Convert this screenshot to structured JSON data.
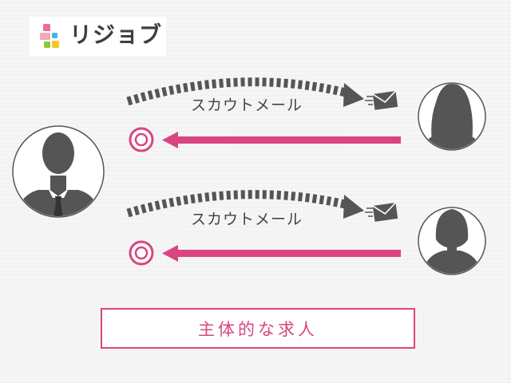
{
  "logo": {
    "text": "リジョブ",
    "icon": "colored-blocks-logo-icon"
  },
  "arrows": [
    {
      "label": "スカウトメール",
      "icon": "envelope-icon"
    },
    {
      "label": "スカウトメール",
      "icon": "envelope-icon"
    }
  ],
  "job_box": {
    "label": "主体的な求人"
  },
  "colors": {
    "accent_pink": "#d9457f",
    "icon_gray": "#555555",
    "text_gray": "#444444"
  }
}
